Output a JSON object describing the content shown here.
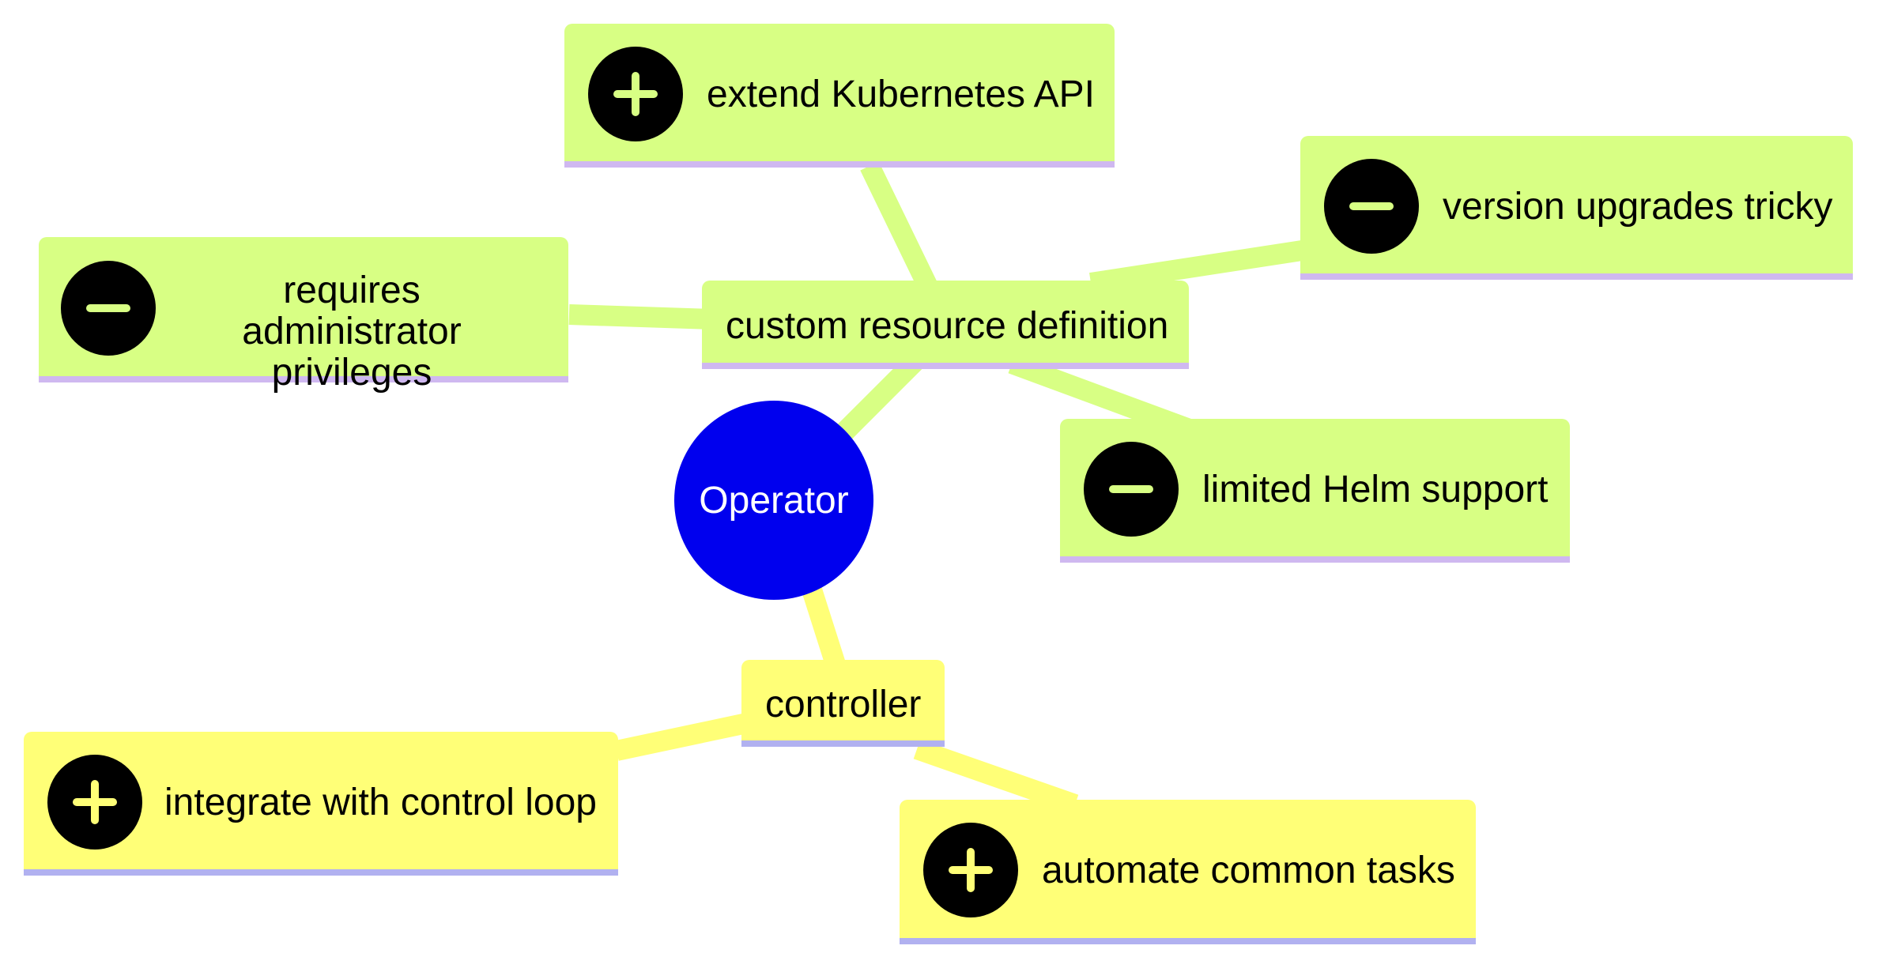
{
  "mindmap": {
    "root": {
      "label": "Operator"
    },
    "crd": {
      "label": "custom resource definition",
      "children": [
        {
          "icon": "plus-icon",
          "label": "extend Kubernetes API"
        },
        {
          "icon": "minus-icon",
          "label": "version upgrades tricky"
        },
        {
          "icon": "minus-icon",
          "label": "requires administrator privileges"
        },
        {
          "icon": "minus-icon",
          "label": "limited Helm support"
        }
      ]
    },
    "controller": {
      "label": "controller",
      "children": [
        {
          "icon": "plus-icon",
          "label": "integrate with control loop"
        },
        {
          "icon": "plus-icon",
          "label": "automate common tasks"
        }
      ]
    }
  },
  "colors": {
    "root_fill": "#0000ee",
    "crd_branch": "#d8ff84",
    "crd_underline": "#cfb8f0",
    "controller_branch": "#ffff77",
    "controller_underline": "#b1b1f0",
    "icon_fill": "#000000"
  }
}
